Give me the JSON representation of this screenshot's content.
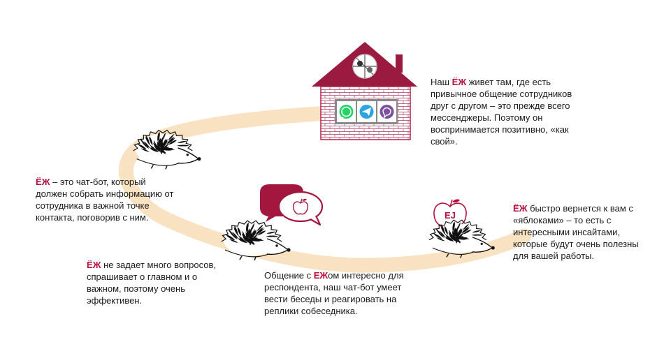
{
  "brand": {
    "accent": "#b5103c",
    "house_roof": "#9a1a40",
    "path": "#f9e2c2",
    "whatsapp": "#25d366",
    "telegram": "#2ca5e0",
    "viber": "#7b519d"
  },
  "icons": {
    "house_window": "messenger-window",
    "messengers": [
      "whatsapp-icon",
      "telegram-icon",
      "viber-icon"
    ],
    "apple": "apple-icon",
    "apple_label": "EJ"
  },
  "texts": {
    "house": {
      "before": "Наш ",
      "brand": "ЁЖ",
      "after": " живет там, где есть привычное общение сотрудников друг с другом – это прежде всего мессенджеры. Поэтому он воспринимается позитивно, «как свой»."
    },
    "intro": {
      "before": "",
      "brand": "ЁЖ",
      "after": " – это чат-бот, который должен собрать информацию от сотрудника в важной точке контакта, поговорив с ним."
    },
    "short": {
      "before": "",
      "brand": "ЁЖ",
      "after": " не задает много вопросов, спрашивает о главном и о важном, поэтому очень эффективен."
    },
    "dialog": {
      "before": "Общение с ",
      "brand": "ЕЖ",
      "after": "ом интересно для респондента, наш чат-бот умеет вести беседы и реагировать на реплики собеседника."
    },
    "apples": {
      "before": "",
      "brand": "ЁЖ",
      "after": " быстро вернется к вам с «яблоками» – то есть с интересными инсайтами, которые будут очень полезны для вашей работы."
    }
  }
}
